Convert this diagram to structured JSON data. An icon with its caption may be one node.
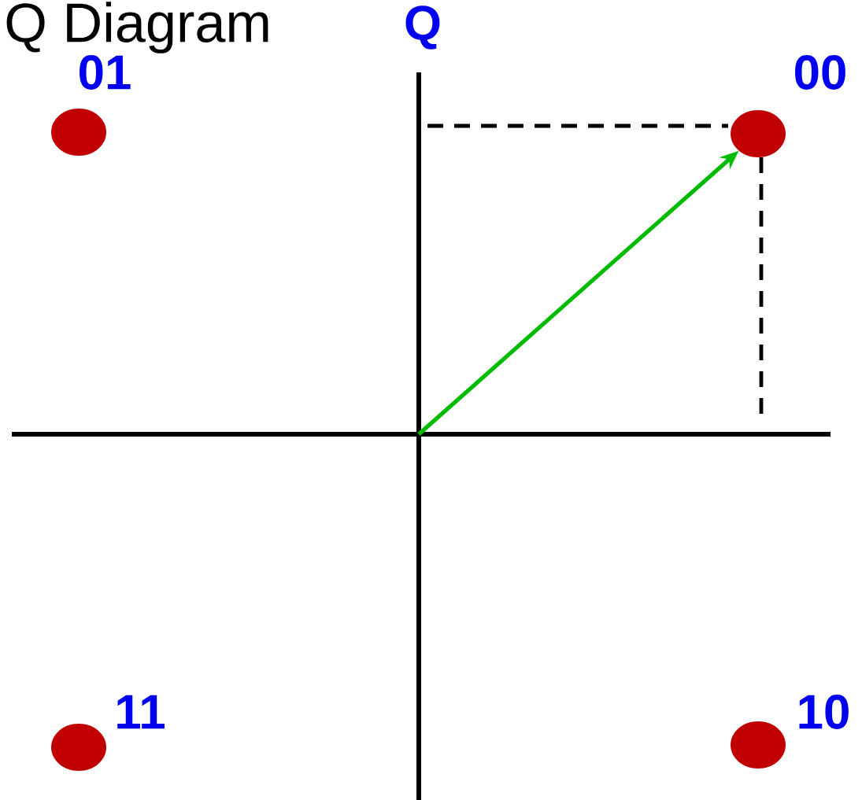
{
  "diagram": {
    "title": "Q Diagram",
    "nodes": [
      {
        "text": [],
        "shape": "circle",
        "beside": [
          "01"
        ]
      },
      {
        "text": [],
        "shape": "circle",
        "beside": [
          "00"
        ]
      },
      {
        "text": [],
        "shape": "circle",
        "beside": [
          "11"
        ]
      },
      {
        "text": [],
        "shape": "circle",
        "beside": [
          "10"
        ]
      }
    ],
    "edges": [
      {
        "from": null,
        "to": 1,
        "arrow": "to",
        "color": "#00bb00"
      }
    ],
    "labels": [
      "Q"
    ]
  }
}
